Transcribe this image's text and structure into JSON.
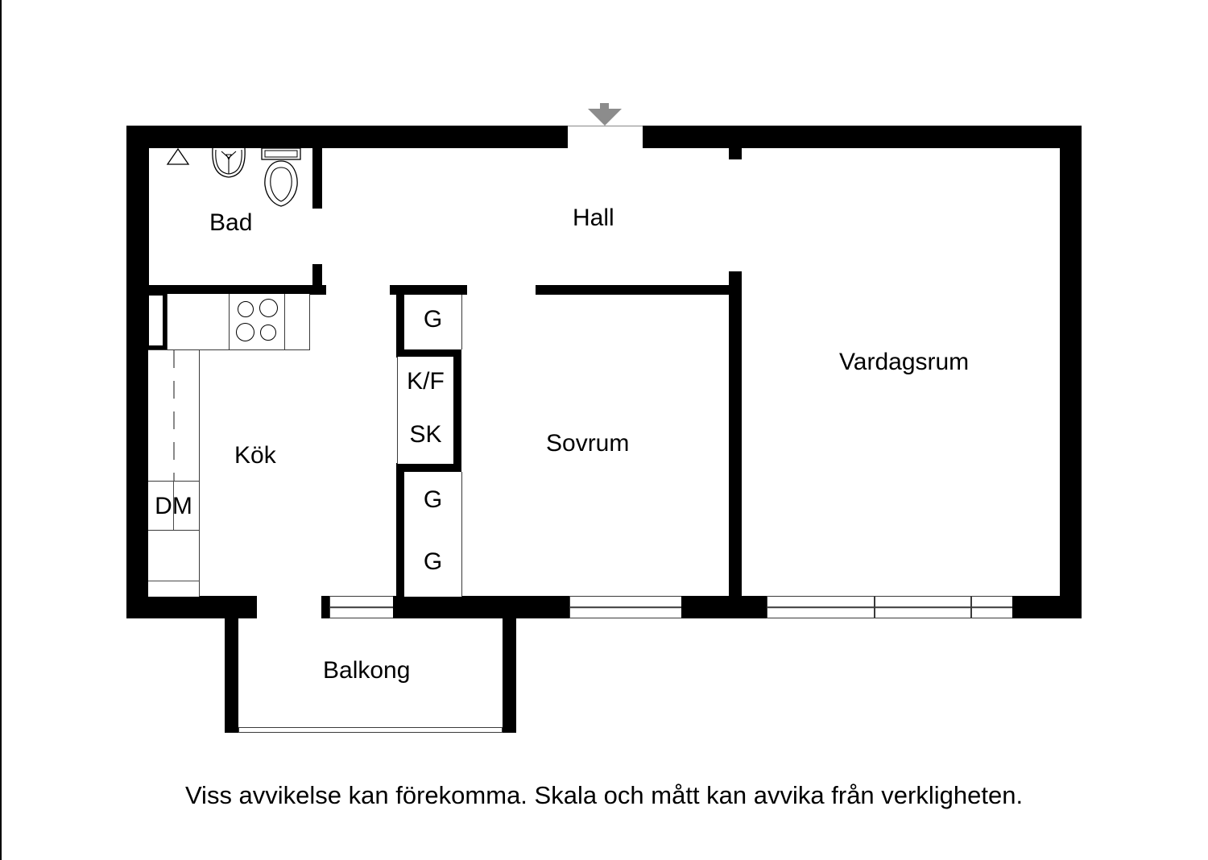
{
  "floorplan": {
    "rooms": {
      "bad": "Bad",
      "hall": "Hall",
      "kok": "Kök",
      "sovrum": "Sovrum",
      "vardagsrum": "Vardagsrum",
      "balkong": "Balkong"
    },
    "fixtures": {
      "closet_top": "G",
      "fridge_freezer": "K/F",
      "cabinet": "SK",
      "closet_mid": "G",
      "closet_bottom": "G",
      "dishwasher": "DM"
    },
    "entrance_marker_color": "#8c8c8c",
    "wall_color": "#000000"
  },
  "footer": {
    "disclaimer": "Viss avvikelse kan förekomma. Skala och mått kan avvika från verkligheten."
  }
}
